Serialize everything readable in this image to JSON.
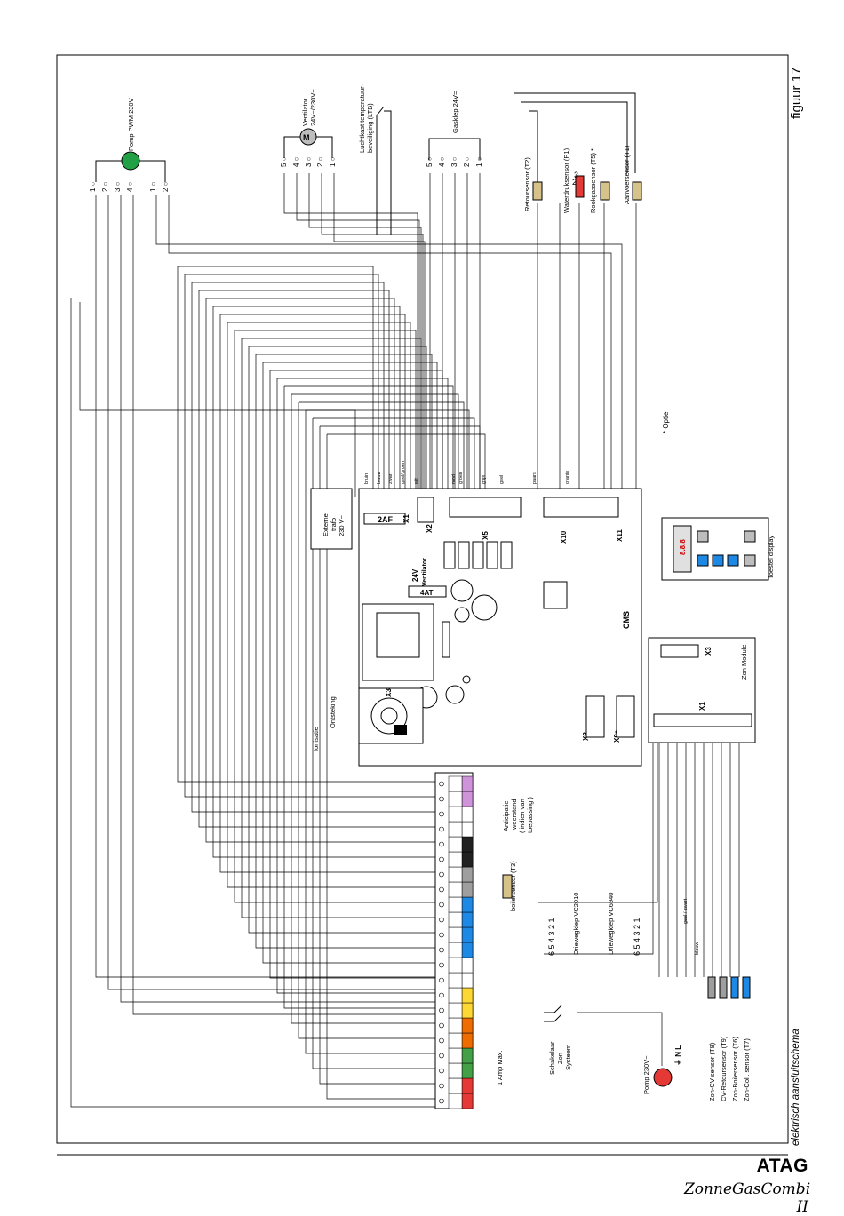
{
  "page": {
    "figure_label": "figuur 17",
    "schema_title": "elektrisch aansluitschema",
    "brand": "ATAG",
    "product": "ZonneGasCombi II"
  },
  "components": {
    "pump_pwm": "Pomp PWM 230V~",
    "ventilator": "Ventilator",
    "ventilator_volt": "24V~/230V~",
    "ltb_1": "Luchtkast temperatuur-",
    "ltb_2": "beveiliging (LTB)",
    "gasklep": "Gasklep 24V=",
    "retour": "Retoursensor (T2)",
    "waterdruk": "Waterdruksensor (P1)",
    "rookgas": "Rookgassensor (T5) *",
    "aanvoer": "Aanvoersensor (T1)",
    "optie": "* Optie",
    "externe_trafo_1": "Externe",
    "externe_trafo_2": "trafo",
    "externe_trafo_3": "230 V~",
    "ontsteking": "Ontsteking",
    "ionisatie": "Ionisatie",
    "cms": "CMS",
    "zon_module": "Zon Module",
    "toestel_display": "Toestel display",
    "anticipatie_1": "Anticipatie",
    "anticipatie_2": "weerstand",
    "anticipatie_3": "( indien van",
    "anticipatie_4": "toepassing )",
    "boilersensor": "boilersensor (T3)",
    "driewegklep_1": "Driewegklep VC2010",
    "driewegklep_2": "Driewegklep VC6940",
    "schakelaar_1": "Schakelaar",
    "schakelaar_2": "Zon",
    "schakelaar_3": "Systeem",
    "amp": "1 Amp Max.",
    "pomp_230": "Pomp 230V~",
    "zon_cv": "Zon-CV sensor (T8)",
    "cv_retour": "CV-Retoursensor (T9)",
    "zon_boiler": "Zon-Boilersensor (T6)",
    "zon_coll": "Zon-Coll. sensor (T7)"
  },
  "connectors": {
    "x1": "X1",
    "x2": "X2",
    "x3": "X3",
    "x5": "X5",
    "x8": "X8",
    "x8a": "X8a",
    "x10": "X10",
    "x11": "X11",
    "zx1": "X1",
    "zx3": "X3",
    "fuse_2af": "2AF",
    "fuse_4at": "4AT",
    "v24": "24V",
    "vent": "Ventilator"
  },
  "wire_colors": {
    "bruin": "bruin",
    "blauw": "blauw",
    "zwart": "zwart",
    "geelgroen": "geel/groen",
    "wit": "wit",
    "rood": "rood",
    "groen": "groen",
    "grijs": "grijs",
    "geel": "geel",
    "oranje": "oranje",
    "paars": "paars",
    "geelzwart": "geel / zwart",
    "blauw2": "blauw"
  },
  "terminal_colors": [
    "#e53935",
    "#e53935",
    "#43a047",
    "#43a047",
    "#ef6c00",
    "#ef6c00",
    "#fdd835",
    "#fdd835",
    "#ffffff",
    "#ffffff",
    "#1e88e5",
    "#1e88e5",
    "#1e88e5",
    "#1e88e5",
    "#9e9e9e",
    "#9e9e9e",
    "#212121",
    "#212121",
    "#ffffff",
    "#ffffff",
    "#ce93d8",
    "#ce93d8"
  ],
  "sensor_colors": {
    "cream": "#d7c38a",
    "red": "#e53935",
    "grey": "#9e9e9e",
    "blue": "#1e88e5",
    "green": "#22a045"
  }
}
